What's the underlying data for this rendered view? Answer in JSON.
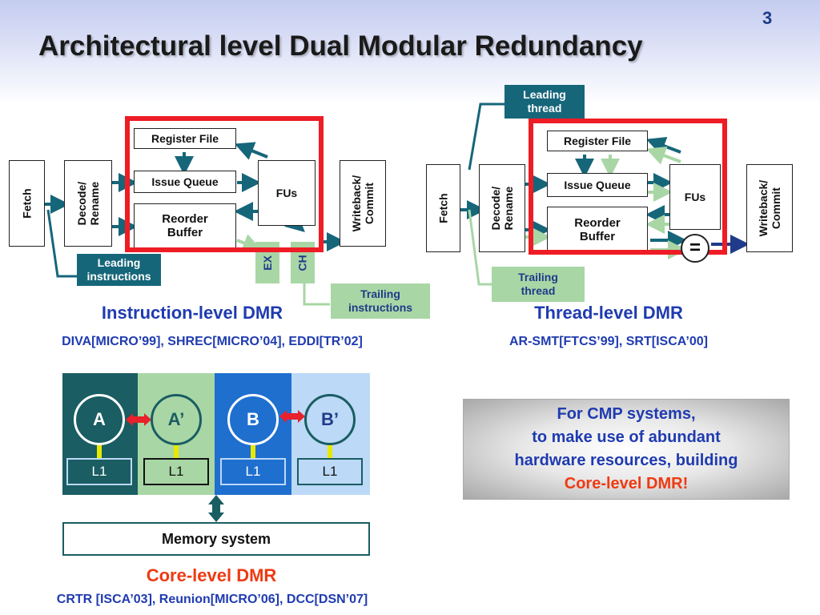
{
  "slide": {
    "title": "Architectural level Dual Modular Redundancy",
    "number": "3"
  },
  "colors": {
    "accent_red": "#ee1c25",
    "teal": "#16667a",
    "light_green": "#a9d6a5",
    "caption_blue": "#1f3bb0",
    "caption_red": "#ee3a12",
    "core_dark": "#1a5d62",
    "core_blue": "#1f6fcf"
  },
  "instruction_dmr": {
    "fetch": "Fetch",
    "decode": "Decode/ Rename",
    "register_file": "Register File",
    "issue_queue": "Issue Queue",
    "reorder_buffer": "Reorder Buffer",
    "fus": "FUs",
    "writeback": "Writeback/ Commit",
    "leading_instructions": "Leading instructions",
    "ex_label": "EX",
    "chk_label": "CH",
    "trailing_instructions": "Trailing instructions",
    "caption": "Instruction-level DMR",
    "refs": "DIVA[MICRO’99], SHREC[MICRO’04], EDDI[TR’02]"
  },
  "thread_dmr": {
    "fetch": "Fetch",
    "decode": "Decode/ Rename",
    "register_file": "Register File",
    "issue_queue": "Issue Queue",
    "reorder_buffer": "Reorder Buffer",
    "fus": "FUs",
    "writeback": "Writeback/ Commit",
    "leading_thread": "Leading thread",
    "trailing_thread": "Trailing thread",
    "compare_symbol": "=",
    "caption": "Thread-level DMR",
    "refs": "AR-SMT[FTCS’99], SRT[ISCA’00]"
  },
  "core_dmr": {
    "cores": [
      {
        "label": "A",
        "cache": "L1"
      },
      {
        "label": "A’",
        "cache": "L1"
      },
      {
        "label": "B",
        "cache": "L1"
      },
      {
        "label": "B’",
        "cache": "L1"
      }
    ],
    "memory": "Memory system",
    "caption": "Core-level DMR",
    "refs": "CRTR [ISCA’03], Reunion[MICRO’06], DCC[DSN’07]"
  },
  "cmp_note": {
    "line1": "For CMP systems,",
    "line2": "to make use of abundant",
    "line3": "hardware resources, building",
    "line4": "Core-level DMR!"
  }
}
